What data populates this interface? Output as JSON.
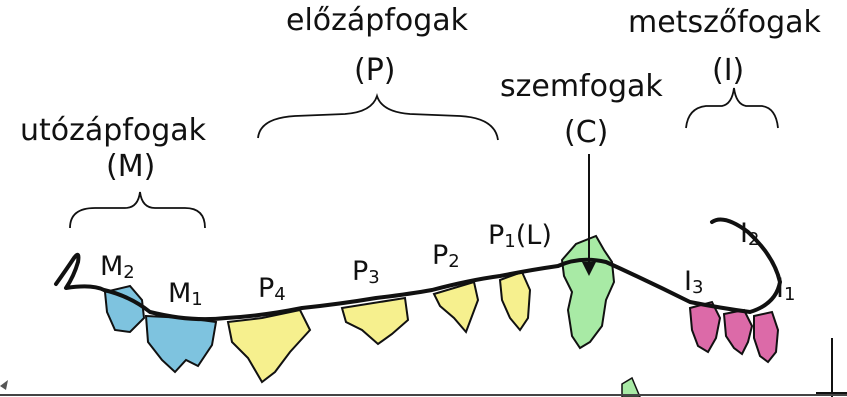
{
  "groups": [
    {
      "name": "utózápfogak",
      "abbr": "(M)"
    },
    {
      "name": "előzápfogak",
      "abbr": "(P)"
    },
    {
      "name": "szemfogak",
      "abbr": "(C)"
    },
    {
      "name": "metszőfogak",
      "abbr": "(I)"
    }
  ],
  "teeth": [
    {
      "base": "M",
      "sub": "2",
      "suffix": ""
    },
    {
      "base": "M",
      "sub": "1",
      "suffix": ""
    },
    {
      "base": "P",
      "sub": "4",
      "suffix": ""
    },
    {
      "base": "P",
      "sub": "3",
      "suffix": ""
    },
    {
      "base": "P",
      "sub": "2",
      "suffix": ""
    },
    {
      "base": "P",
      "sub": "1",
      "suffix": "(L)"
    },
    {
      "base": "I",
      "sub": "3",
      "suffix": ""
    },
    {
      "base": "I",
      "sub": "2",
      "suffix": ""
    },
    {
      "base": "I",
      "sub": "1",
      "suffix": ""
    }
  ],
  "colors": {
    "molar": "#7ec3df",
    "premolar": "#f6f08e",
    "canine": "#a8eaa5",
    "incisor": "#dc6aa8",
    "outline": "#111111"
  }
}
